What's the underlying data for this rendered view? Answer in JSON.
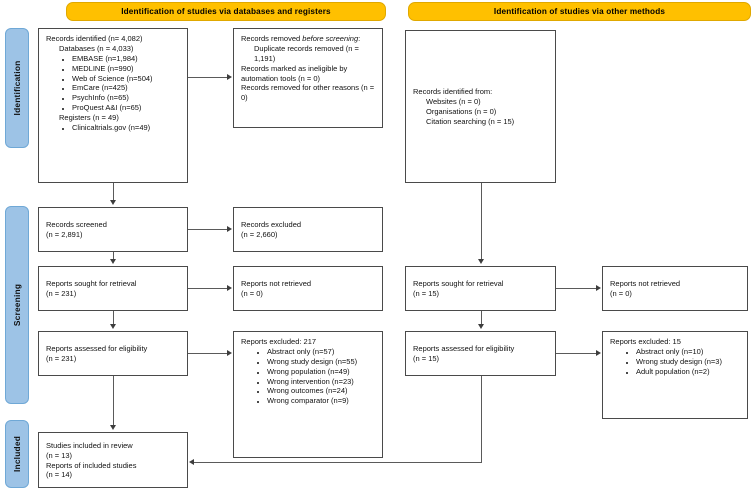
{
  "figure": {
    "type": "prisma-flow-diagram",
    "colors": {
      "banner": "#FFC000",
      "rail": "#9DC3E6",
      "box_border": "#4A4A4A",
      "connector": "#5A5A5A",
      "background": "#FFFFFF"
    }
  },
  "banners": {
    "databases": "Identification of studies via databases and registers",
    "other": "Identification of studies via other methods"
  },
  "rails": {
    "identification": "Identification",
    "screening": "Screening",
    "included": "Included"
  },
  "boxes": {
    "records_identified": {
      "line1": "Records identified (n= 4,082)",
      "line2": "Databases (n = 4,033)",
      "databases": [
        "EMBASE (n=1,984)",
        "MEDLINE (n=990)",
        "Web of Science (n=504)",
        "EmCare (n=425)",
        "PsychInfo (n=65)",
        "ProQuest A&I (n=65)"
      ],
      "line3": "Registers (n = 49)",
      "registers": [
        "Clinicaltrials.gov (n=49)"
      ]
    },
    "records_removed": {
      "line1": "Records removed ",
      "line1_em": "before screening",
      "line1_tail": ":",
      "line2": "Duplicate records removed (n = 1,191)",
      "line3": "Records marked as ineligible by automation tools (n = 0)",
      "line4": "Records removed for other reasons (n = 0)"
    },
    "records_identified_other": {
      "line1": "Records identified from:",
      "sources": [
        "Websites (n = 0)",
        "Organisations (n = 0)",
        "Citation searching (n = 15)"
      ]
    },
    "records_screened": {
      "line1": "Records screened",
      "line2": "(n = 2,891)"
    },
    "records_excluded": {
      "line1": "Records excluded",
      "line2": "(n = 2,660)"
    },
    "reports_sought_db": {
      "line1": "Reports sought for retrieval",
      "line2": "(n = 231)"
    },
    "reports_not_retrieved_db": {
      "line1": "Reports not retrieved",
      "line2": "(n = 0)"
    },
    "reports_assessed_db": {
      "line1": "Reports assessed for eligibility",
      "line2": "(n = 231)"
    },
    "reports_excluded_db": {
      "line1": "Reports excluded: 217",
      "reasons": [
        "Abstract only (n=57)",
        "Wrong study design (n=55)",
        "Wrong population (n=49)",
        "Wrong intervention (n=23)",
        "Wrong outcomes (n=24)",
        "Wrong comparator (n=9)"
      ]
    },
    "reports_sought_other": {
      "line1": "Reports sought for retrieval",
      "line2": "(n = 15)"
    },
    "reports_not_retrieved_other": {
      "line1": "Reports not retrieved",
      "line2": "(n = 0)"
    },
    "reports_assessed_other": {
      "line1": "Reports assessed for eligibility",
      "line2": "(n = 15)"
    },
    "reports_excluded_other": {
      "line1": "Reports excluded: 15",
      "reasons": [
        "Abstract only (n=10)",
        "Wrong study design (n=3)",
        "Adult population (n=2)"
      ]
    },
    "studies_included": {
      "line1": "Studies included in review",
      "line2": "(n = 13)",
      "line3": "Reports of included studies",
      "line4": "(n = 14)"
    }
  }
}
